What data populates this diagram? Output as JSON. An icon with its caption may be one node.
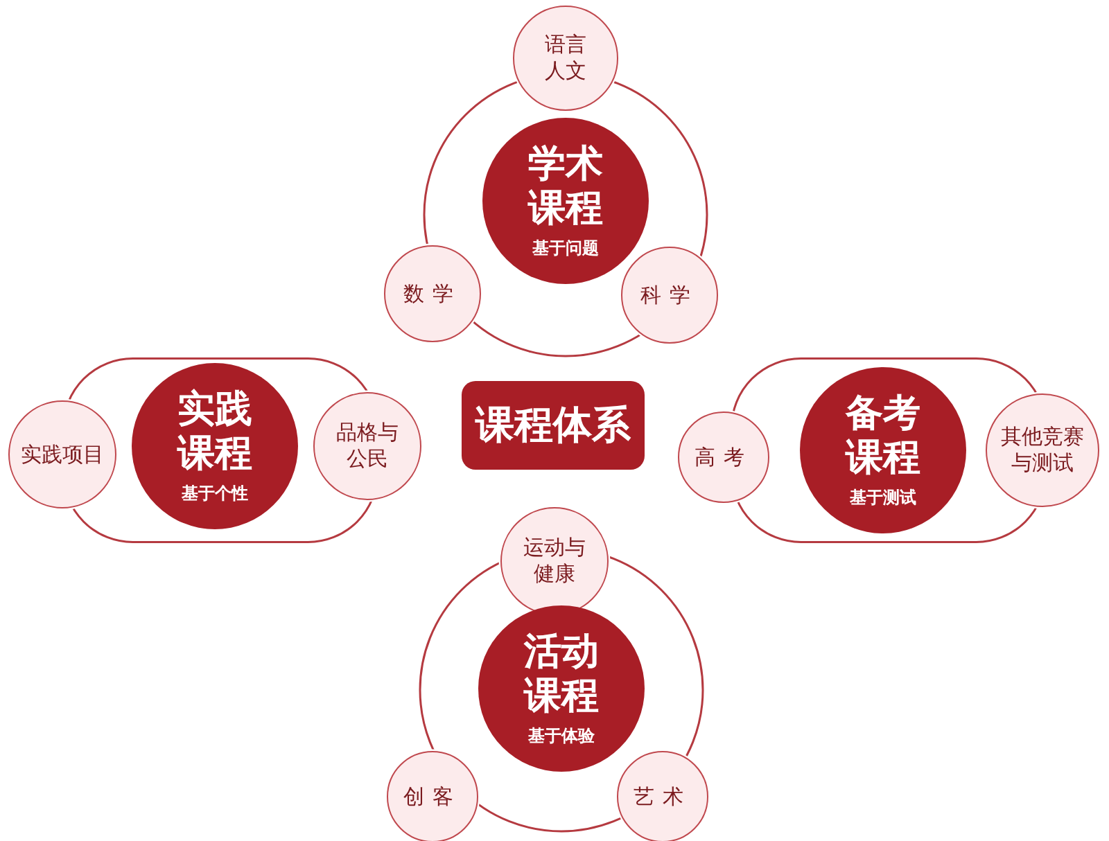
{
  "diagram": {
    "nodes": [
      {
        "text": [
          "课程体系"
        ]
      },
      {
        "text": [],
        "shape": "circle"
      },
      {
        "text": [
          "学术课程",
          "基于问题"
        ],
        "in": 1
      },
      {
        "text": [
          "语言人文"
        ]
      },
      {
        "text": [
          "数学"
        ]
      },
      {
        "text": [
          "科学"
        ]
      },
      {
        "text": [],
        "shape": "box"
      },
      {
        "text": [
          "实践课程",
          "基于个性"
        ],
        "in": 6
      },
      {
        "text": [
          "实践项目"
        ]
      },
      {
        "text": [
          "品格与公民"
        ]
      },
      {
        "text": [],
        "shape": "box"
      },
      {
        "text": [
          "备考课程",
          "基于测试"
        ],
        "in": 10
      },
      {
        "text": [
          "高考"
        ]
      },
      {
        "text": [
          "其他竞赛与测试"
        ]
      },
      {
        "text": [],
        "shape": "circle"
      },
      {
        "text": [
          "活动课程",
          "基于体验"
        ],
        "in": 14
      },
      {
        "text": [
          "运动与健康"
        ]
      },
      {
        "text": [
          "创客"
        ]
      },
      {
        "text": [
          "艺术"
        ]
      }
    ]
  }
}
